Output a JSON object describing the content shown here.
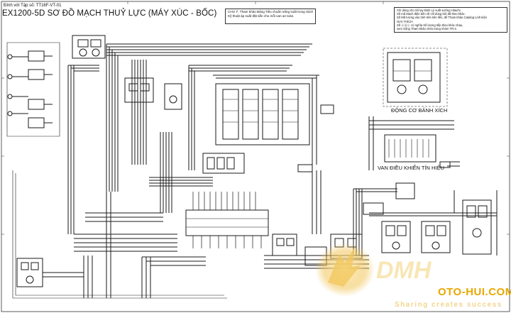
{
  "header": {
    "meta": "Đính với Tập số: TT16F-VT-01",
    "title": "EX1200-5D SƠ ĐỒ MẠCH THUỶ LỰC (MÁY XÚC - BỐC)"
  },
  "note_box": {
    "lines": [
      "CHÚ Ý: Tham khảo Bảng Tiêu chuẩn năng suất trong Sách hướng dẫn",
      "Kỹ thuật áp suất đặt sẵn cho mỗi van an toàn."
    ]
  },
  "info_box": {
    "lines": [
      "Chỉ dùng cho Sổ tay Định Lý xuất xưởng Hitachi.",
      "Số mã Mạch điện bên về chỉ dùng bởi đã theo khác.",
      "Số Mã lương vào tính trên tiên liền, để Tham khảo Catalog Linh kiện",
      "GIẢI THÍCH:",
      "Số ⓐⓑⓒ có nghĩa Số lượng tiếp theo khác nhau,",
      "xem Sổng Tham khảo chéo trong nhóm TR-2."
    ]
  },
  "labels": {
    "travel_motor": "ĐỘNG CƠ BÁNH XÍCH",
    "signal_valve": "VAN ĐIỀU KHIỂN TÍN HIỆU"
  },
  "watermark": {
    "brand": "OTO-HUI.COM",
    "slogan": "Sharing creates success"
  },
  "colors": {
    "line": "#1a1a1a",
    "watermark_gold": "#e8a800",
    "watermark_soft": "#f3d58a"
  }
}
